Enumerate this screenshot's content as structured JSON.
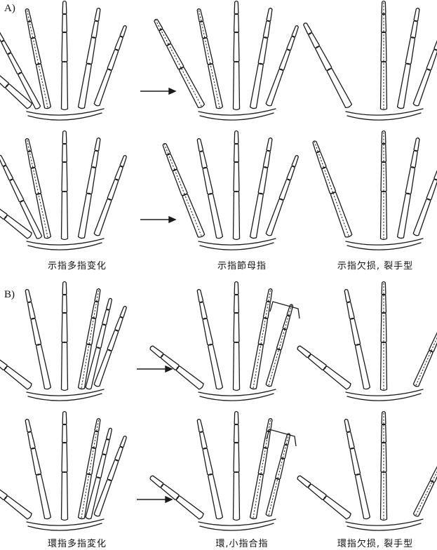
{
  "section_a": {
    "label": "A)",
    "captions": [
      "示指多指变化",
      "示指節母指",
      "示指欠损, 裂手型"
    ]
  },
  "section_b": {
    "label": "B)",
    "captions": [
      "環指多指変化",
      "環,小指合指",
      "環指欠损, 裂手型"
    ]
  },
  "colors": {
    "ink": "#1a1a1a",
    "background": "#ffffff"
  },
  "icons": [
    "hand-skeleton-icon",
    "right-arrow-icon",
    "bracket-icon"
  ]
}
